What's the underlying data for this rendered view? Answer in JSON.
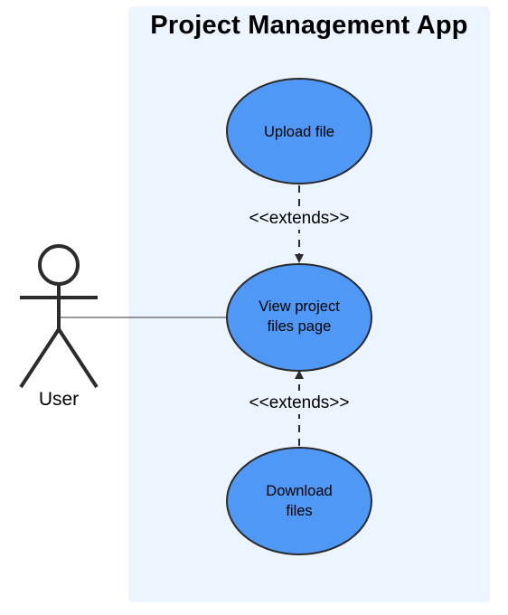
{
  "diagram": {
    "system": {
      "title": "Project Management App"
    },
    "actor": {
      "label": "User"
    },
    "use_cases": [
      {
        "id": "upload",
        "lines": [
          "Upload file"
        ]
      },
      {
        "id": "view",
        "lines": [
          "View project",
          "files page"
        ]
      },
      {
        "id": "download",
        "lines": [
          "Download",
          "files"
        ]
      }
    ],
    "relations": [
      {
        "from": "upload",
        "to": "view",
        "label": "<<extends>>"
      },
      {
        "from": "download",
        "to": "view",
        "label": "<<extends>>"
      }
    ],
    "colors": {
      "boundary_fill": "#ecf4ff",
      "use_case_fill": "#4f98f6",
      "stroke": "#2b2b2b"
    }
  }
}
